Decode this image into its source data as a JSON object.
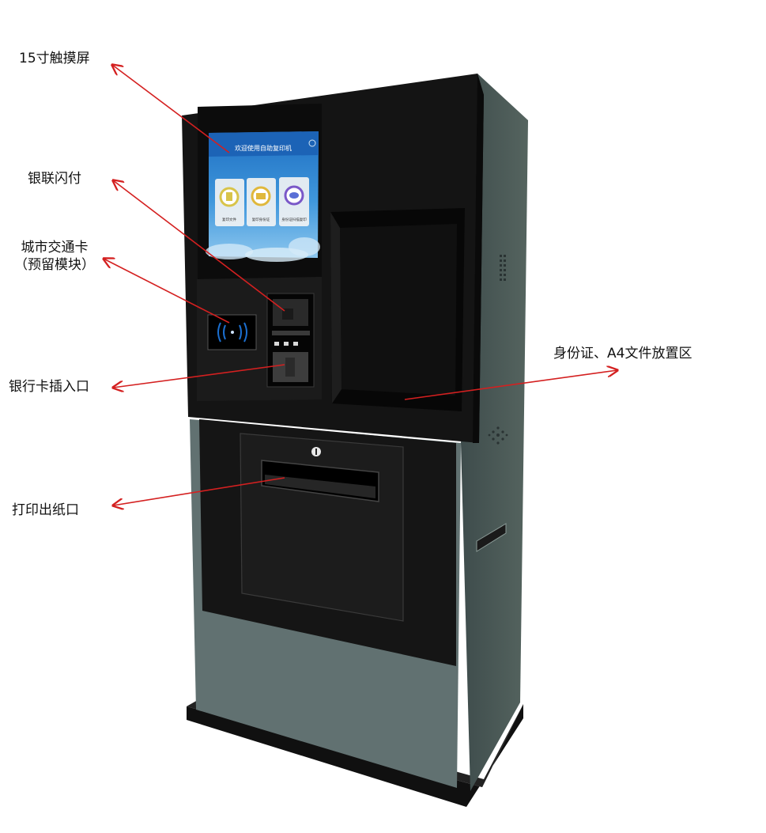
{
  "screen": {
    "title": "欢迎使用自助复印机",
    "buttons": [
      {
        "label": "复印文件",
        "icon": "document-icon",
        "ring": "#d8c44a"
      },
      {
        "label": "复印身份证",
        "icon": "id-card-icon",
        "ring": "#e0b83c"
      },
      {
        "label": "身份证扫描复印",
        "icon": "scan-icon",
        "ring": "#7a58c8"
      }
    ]
  },
  "callouts": {
    "touchscreen": "15寸触摸屏",
    "unionpay": "银联闪付",
    "transit_card_line1": "城市交通卡",
    "transit_card_line2": "（预留模块）",
    "bank_card": "银行卡插入口",
    "id_a4_area": "身份证、A4文件放置区",
    "paper_output": "打印出纸口"
  },
  "colors": {
    "arrow": "#d42020",
    "body_front": "#5e6e6e",
    "body_side": "#4a5858",
    "panel": "#171717",
    "screen_blue": "#3b8fd6"
  }
}
